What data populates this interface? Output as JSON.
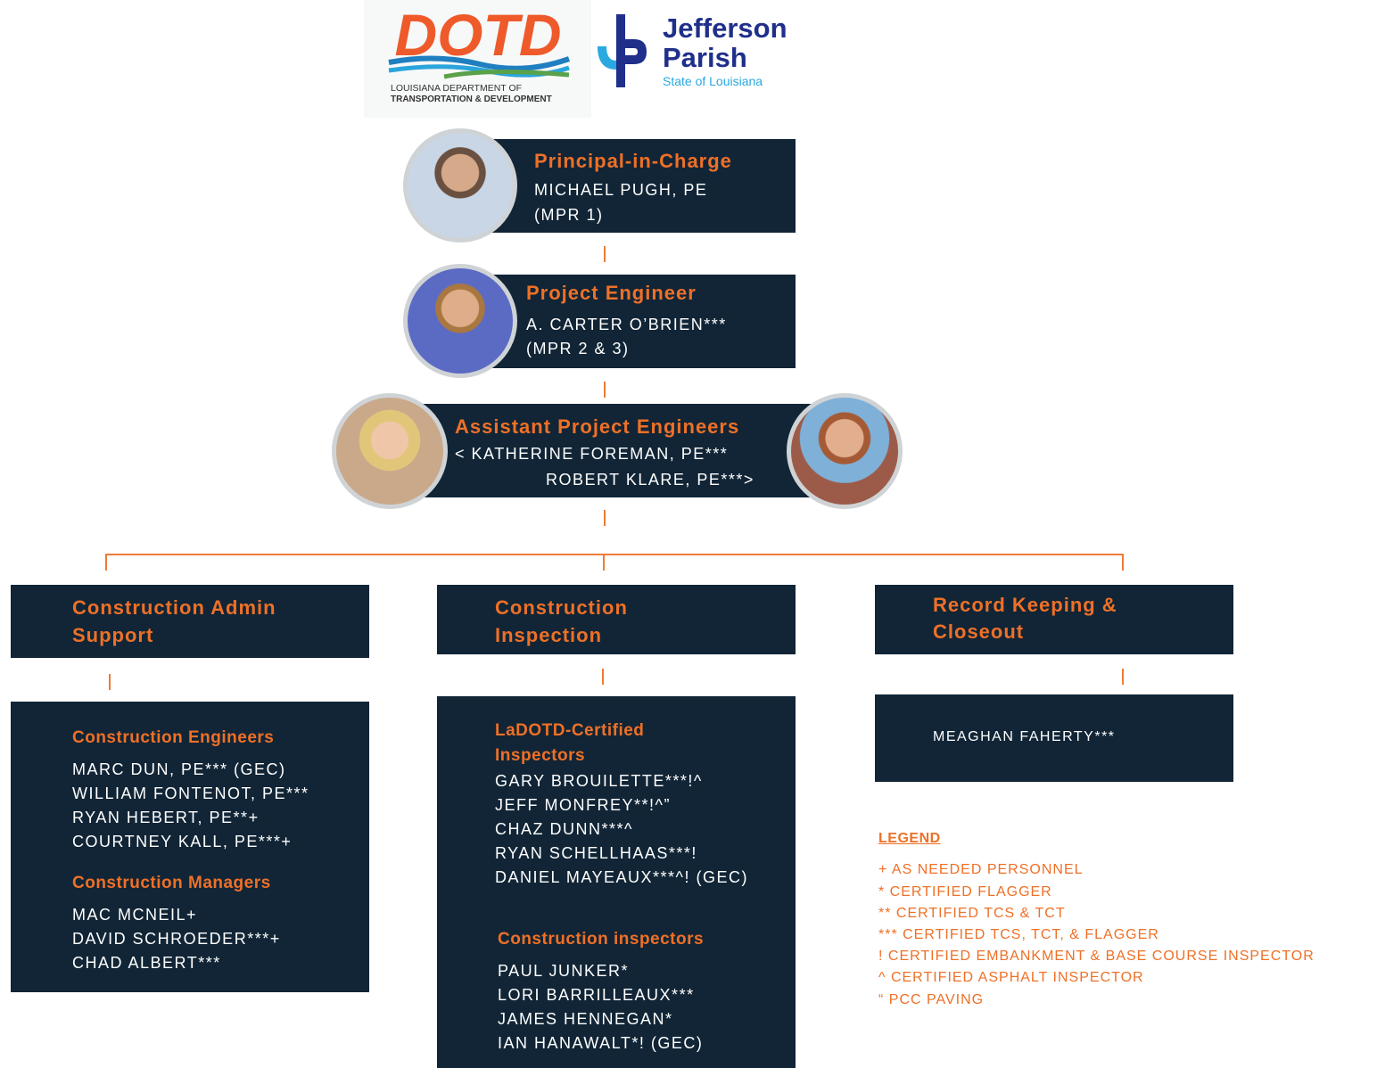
{
  "logos": {
    "dotd": {
      "mark": "DOTD",
      "line1": "LOUISIANA DEPARTMENT OF",
      "line2": "TRANSPORTATION & DEVELOPMENT"
    },
    "jp": {
      "line1": "Jefferson",
      "line2": "Parish",
      "line3": "State of Louisiana"
    }
  },
  "colors": {
    "navy": "#112536",
    "accent": "#ee7027",
    "jp_blue": "#1f2f8a",
    "jp_light": "#29a9e0"
  },
  "principal": {
    "title": "Principal-in-Charge",
    "name": "MICHAEL PUGH, PE",
    "note": "(MPR 1)"
  },
  "project_engineer": {
    "title": "Project Engineer",
    "name": "A. CARTER O’BRIEN***",
    "note": "(MPR 2 & 3)"
  },
  "assistants": {
    "title": "Assistant Project Engineers",
    "line1": "< KATHERINE FOREMAN, PE***",
    "line2": "ROBERT KLARE, PE***>"
  },
  "groups": [
    {
      "title_line1": "Construction Admin",
      "title_line2": "Support"
    },
    {
      "title_line1": "Construction",
      "title_line2": "Inspection"
    },
    {
      "title_line1": "Record Keeping &",
      "title_line2": "Closeout"
    }
  ],
  "admin": {
    "engineers_title": "Construction Engineers",
    "engineers": [
      "MARC DUN, PE*** (GEC)",
      "WILLIAM FONTENOT, PE***",
      "RYAN HEBERT, PE**+",
      "COURTNEY KALL, PE***+"
    ],
    "managers_title": "Construction Managers",
    "managers": [
      "MAC MCNEIL+",
      "DAVID SCHROEDER***+",
      "CHAD ALBERT***"
    ]
  },
  "inspection": {
    "certified_title_line1": "LaDOTD-Certified",
    "certified_title_line2": "Inspectors",
    "certified": [
      "GARY BROUILETTE***!^",
      "JEFF MONFREY**!^”",
      "CHAZ DUNN***^",
      "RYAN SCHELLHAAS***!",
      "DANIEL MAYEAUX***^! (GEC)"
    ],
    "inspectors_title": "Construction inspectors",
    "inspectors": [
      "PAUL JUNKER*",
      "LORI BARRILLEAUX***",
      "JAMES HENNEGAN*",
      "IAN HANAWALT*! (GEC)"
    ]
  },
  "records": {
    "people": [
      "MEAGHAN FAHERTY***"
    ]
  },
  "legend": {
    "title": "LEGEND",
    "items": [
      "+ AS NEEDED PERSONNEL",
      "* CERTIFIED FLAGGER",
      "** CERTIFIED TCS & TCT",
      "*** CERTIFIED TCS, TCT, & FLAGGER",
      "! CERTIFIED EMBANKMENT & BASE COURSE INSPECTOR",
      "^ CERTIFIED ASPHALT INSPECTOR",
      "“ PCC PAVING"
    ]
  }
}
